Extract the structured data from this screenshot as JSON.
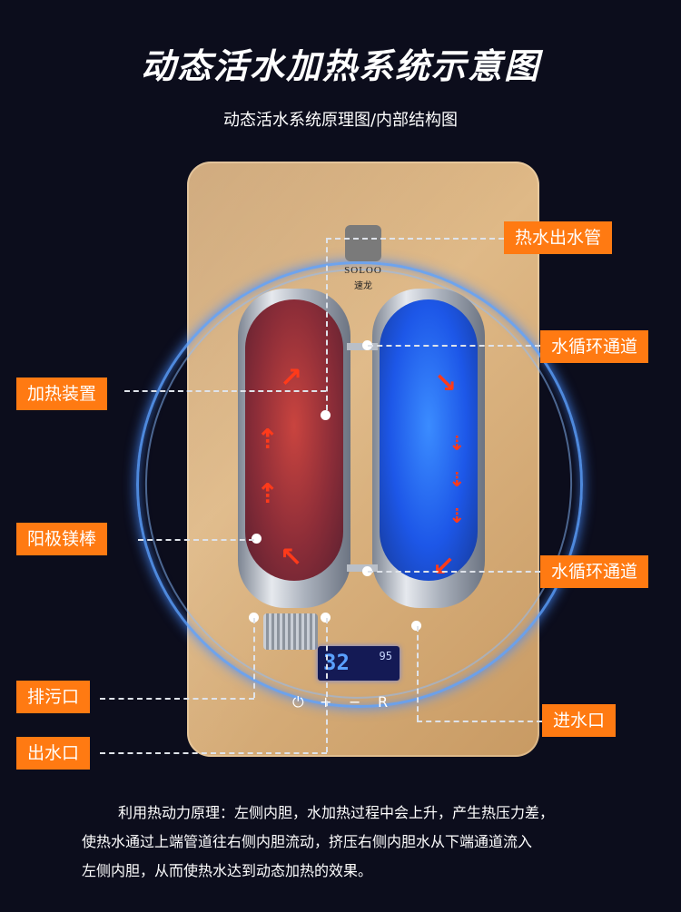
{
  "title": "动态活水加热系统示意图",
  "subtitle": "动态活水系统原理图/内部结构图",
  "logo": {
    "brand": "SOLOO",
    "chinese": "速龙"
  },
  "labels": {
    "hot_water_outlet": "热水出水管",
    "circulation_top": "水循环通道",
    "heating_device": "加热装置",
    "anode_rod": "阳极镁棒",
    "circulation_bottom": "水循环通道",
    "drain": "排污口",
    "water_inlet": "进水口",
    "water_outlet": "出水口"
  },
  "display": {
    "main": "32",
    "small": "95"
  },
  "controls": {
    "power": "⏻",
    "plus": "+",
    "minus": "−",
    "reset": "R"
  },
  "description": {
    "line1": "利用热动力原理：左侧内胆，水加热过程中会上升，产生热压力差，",
    "line2": "使热水通过上端管道往右侧内胆流动，挤压右侧内胆水从下端通道流入",
    "line3": "左侧内胆，从而使热水达到动态加热的效果。"
  },
  "colors": {
    "accent": "#ff7a12",
    "background": "#0c0d1c",
    "panel": "#d4ac78"
  }
}
